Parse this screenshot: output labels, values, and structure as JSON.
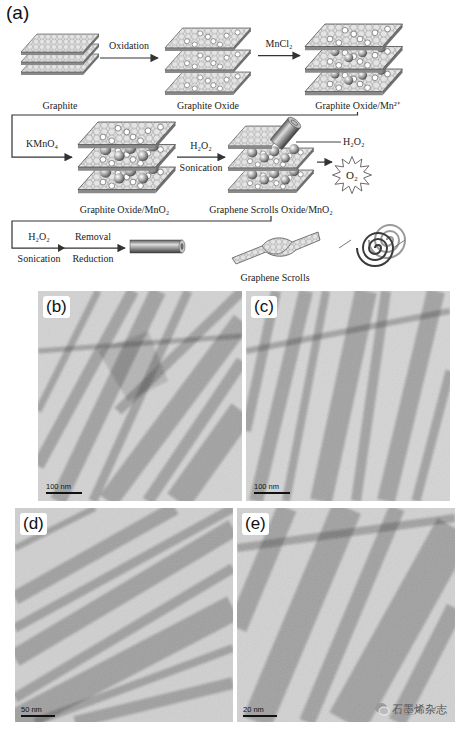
{
  "diagram": {
    "nodes": [
      {
        "text": [
          "Graphite"
        ]
      },
      {
        "text": [
          "Graphite Oxide"
        ]
      },
      {
        "text": [
          "Graphite Oxide/Mn²⁺"
        ]
      },
      {
        "text": [
          "Graphite Oxide/MnO₂"
        ]
      },
      {
        "text": [
          "Graphene Scrolls Oxide/MnO₂"
        ]
      },
      {
        "text": [
          "O₂"
        ]
      },
      {
        "text": [
          "Graphene Scrolls"
        ]
      }
    ],
    "edges": [
      {
        "from": 0,
        "to": 1,
        "label": "Oxidation",
        "arrow": "to"
      },
      {
        "from": 1,
        "to": 2,
        "label": "MnCl₂",
        "arrow": "to"
      },
      {
        "from": 2,
        "to": 3,
        "label": "KMnO₄",
        "arrow": "to"
      },
      {
        "from": 3,
        "to": 4,
        "label": "H₂O₂ Sonication",
        "arrow": "to"
      },
      {
        "from": 4,
        "to": 5,
        "arrow": "to"
      },
      {
        "from": 4,
        "to": 6,
        "label": "H₂O₂ Sonication",
        "arrow": "to"
      }
    ],
    "labels": [
      "(a)",
      "H₂O₂",
      "Removal",
      "Reduction",
      "(b)",
      "100 nm",
      "(c)",
      "100 nm",
      "(d)",
      "50 nm",
      "(e)",
      "20 nm",
      "石墨烯杂志"
    ]
  }
}
